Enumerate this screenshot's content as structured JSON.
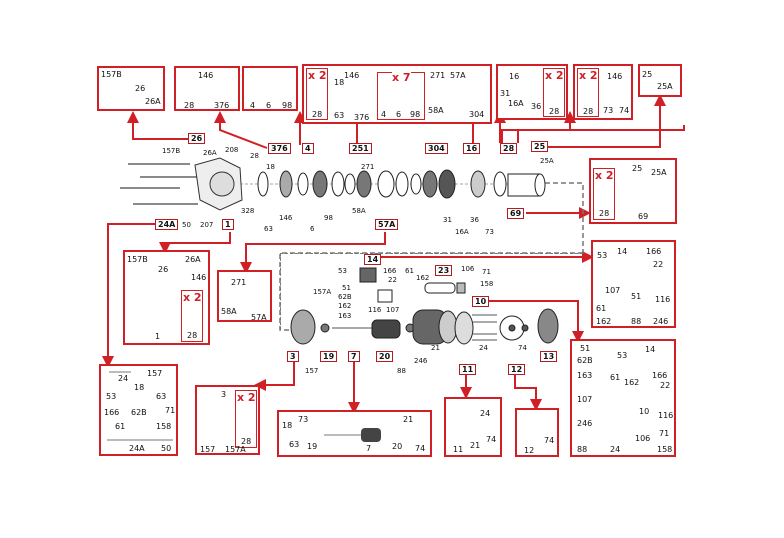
{
  "diagram": {
    "title": "Exploded parts view with callout detail boxes",
    "accent_color": "#d11f26",
    "top_boxes": [
      {
        "id": "box-26",
        "labels": [
          "157B",
          "26",
          "26A"
        ]
      },
      {
        "id": "box-376",
        "labels": [
          "146",
          "28",
          "376"
        ]
      },
      {
        "id": "box-4",
        "labels": [
          "4",
          "6",
          "98"
        ]
      },
      {
        "id": "box-251",
        "multipliers": [
          "x 2",
          "x 7"
        ],
        "labels": [
          "28",
          "18",
          "146",
          "63",
          "376",
          "4",
          "6",
          "98",
          "271",
          "57A",
          "58A",
          "304"
        ]
      },
      {
        "id": "box-16",
        "multiplier": "x 2",
        "labels": [
          "16",
          "31",
          "16A",
          "36",
          "28"
        ]
      },
      {
        "id": "box-28",
        "multiplier": "x 2",
        "labels": [
          "28",
          "146",
          "73",
          "74"
        ]
      },
      {
        "id": "box-25",
        "labels": [
          "25",
          "25A"
        ]
      }
    ],
    "main_callouts": [
      "26",
      "376",
      "4",
      "251",
      "304",
      "16",
      "28",
      "25",
      "24A",
      "1",
      "57A",
      "69",
      "14",
      "23",
      "10",
      "3",
      "19",
      "7",
      "20",
      "11",
      "12",
      "13"
    ],
    "main_labels": {
      "row1": [
        "157B",
        "26A",
        "208",
        "28",
        "18",
        "271",
        "25A",
        "328",
        "146",
        "98",
        "58A",
        "6",
        "63",
        "31",
        "36",
        "16A",
        "73",
        "50",
        "207"
      ],
      "row2": [
        "53",
        "166",
        "22",
        "61",
        "162",
        "106",
        "71",
        "158",
        "157A",
        "51",
        "62B",
        "162",
        "163",
        "116",
        "107",
        "21",
        "24",
        "74",
        "246",
        "88",
        "157"
      ]
    },
    "box_69": {
      "multiplier": "x 2",
      "labels": [
        "25",
        "25A",
        "28",
        "69"
      ]
    },
    "box_1": {
      "multiplier": "x 2",
      "labels": [
        "157B",
        "26",
        "26A",
        "146",
        "1",
        "28"
      ]
    },
    "box_57a": {
      "labels": [
        "271",
        "58A",
        "57A"
      ]
    },
    "box_14": {
      "labels": [
        "53",
        "14",
        "166",
        "22",
        "107",
        "51",
        "116",
        "61",
        "162",
        "88",
        "246"
      ]
    },
    "box_10": {
      "labels": [
        "51",
        "62B",
        "163",
        "53",
        "14",
        "61",
        "162",
        "166",
        "22",
        "107",
        "10",
        "116",
        "246",
        "88",
        "24",
        "106",
        "71",
        "158"
      ]
    },
    "box_24a": {
      "labels": [
        "24",
        "157",
        "18",
        "53",
        "63",
        "166",
        "62B",
        "71",
        "61",
        "158",
        "24A",
        "50"
      ]
    },
    "box_3": {
      "multiplier": "x 2",
      "labels": [
        "3",
        "28",
        "157",
        "157A"
      ]
    },
    "box_7": {
      "labels": [
        "18",
        "73",
        "63",
        "19",
        "21",
        "7",
        "20",
        "74"
      ]
    },
    "box_11": {
      "labels": [
        "24",
        "11",
        "21",
        "74"
      ]
    },
    "box_12": {
      "labels": [
        "12",
        "74"
      ]
    }
  }
}
